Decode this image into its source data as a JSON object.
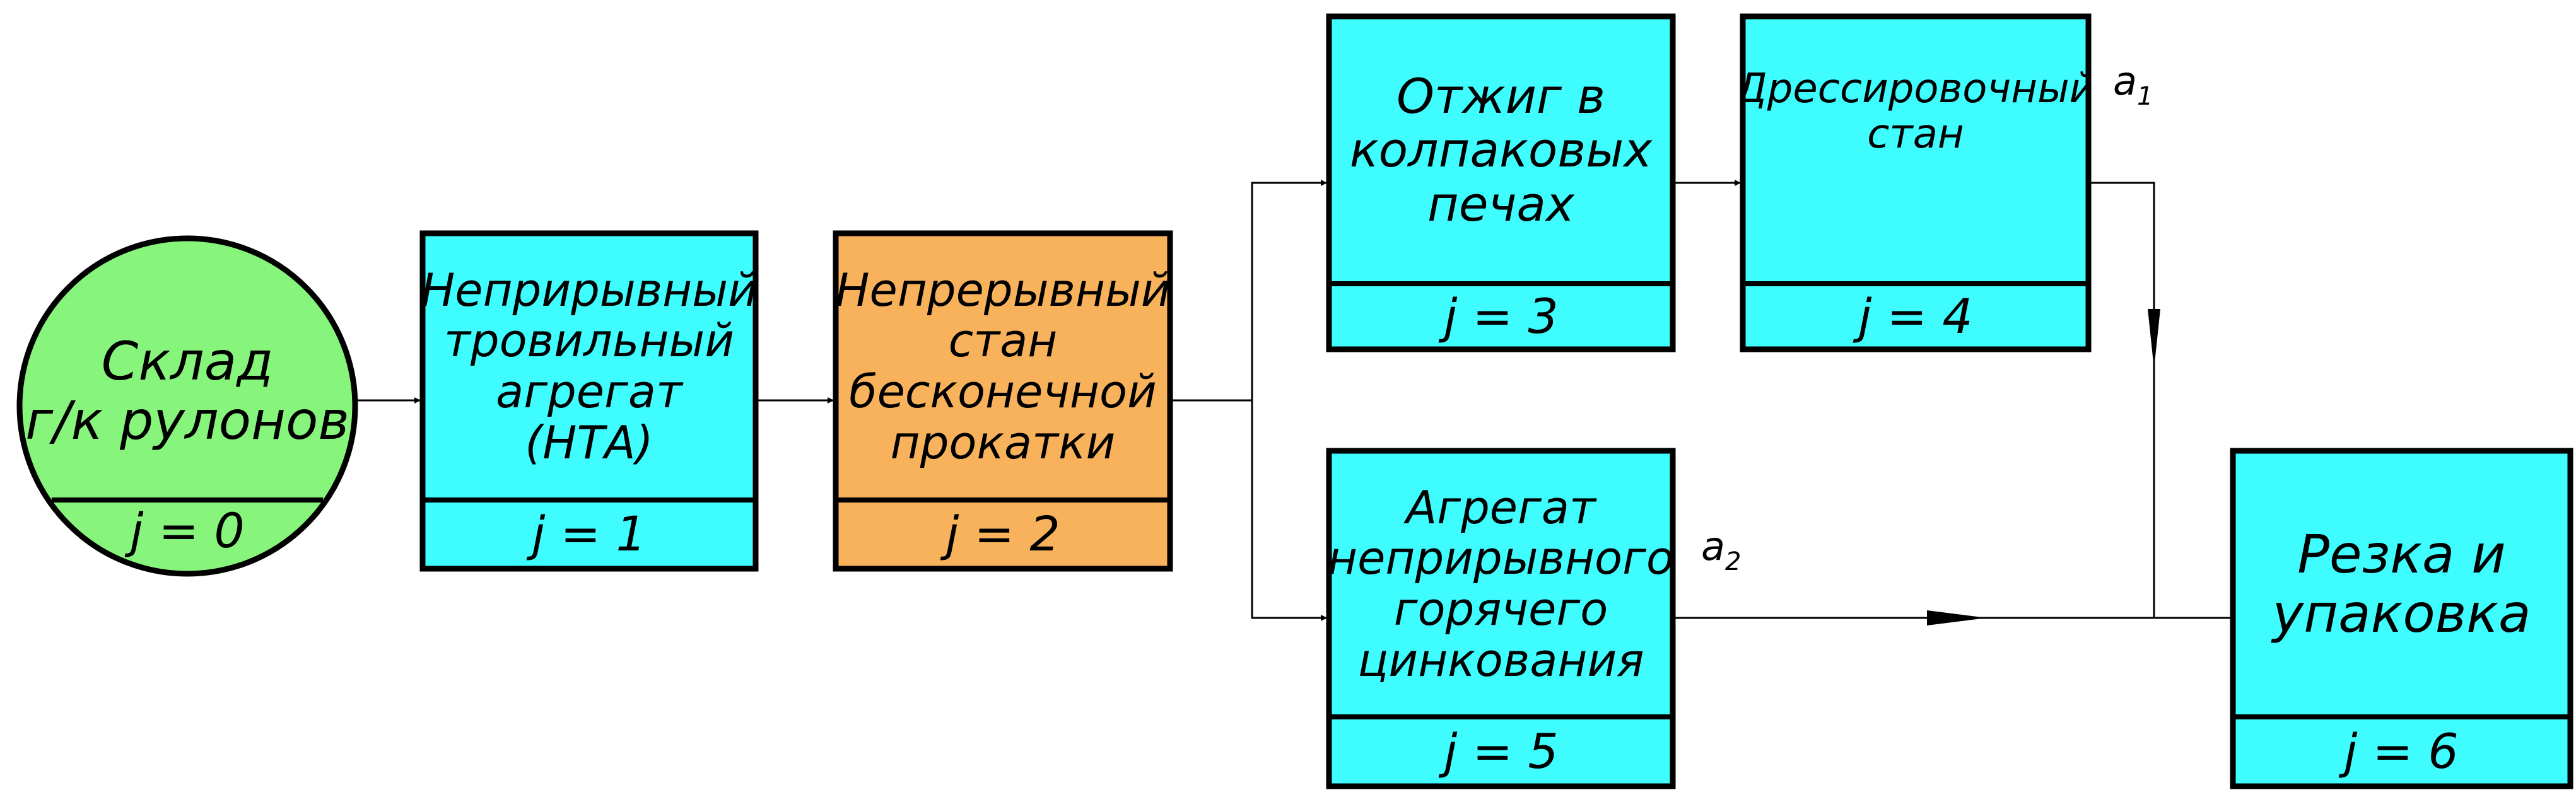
{
  "colors": {
    "cyan": "#3ffcff",
    "orange": "#f9b25c",
    "green": "#87f57b",
    "stroke": "#000000"
  },
  "nodes": [
    {
      "id": "n0",
      "shape": "circle",
      "fill": "green",
      "lines": [
        "Склад",
        "г/к рулонов"
      ],
      "j": "j = 0"
    },
    {
      "id": "n1",
      "shape": "box",
      "fill": "cyan",
      "lines": [
        "Неприрывный",
        "тровильный",
        "агрегат",
        "(НТА)"
      ],
      "j": "j = 1"
    },
    {
      "id": "n2",
      "shape": "box",
      "fill": "orange",
      "lines": [
        "Непрерывный",
        "стан",
        "бесконечной",
        "прокатки"
      ],
      "j": "j = 2"
    },
    {
      "id": "n3",
      "shape": "box",
      "fill": "cyan",
      "lines": [
        "Отжиг в",
        "колпаковых",
        "печах"
      ],
      "j": "j = 3"
    },
    {
      "id": "n4",
      "shape": "box",
      "fill": "cyan",
      "lines": [
        "Дрессировочный",
        "стан"
      ],
      "j": "j = 4"
    },
    {
      "id": "n5",
      "shape": "box",
      "fill": "cyan",
      "lines": [
        "Агрегат",
        "неприрывного",
        "горячего",
        "цинкования"
      ],
      "j": "j = 5"
    },
    {
      "id": "n6",
      "shape": "box",
      "fill": "cyan",
      "lines": [
        "Резка и",
        "упаковка"
      ],
      "j": "j = 6"
    }
  ],
  "flow_labels": [
    {
      "id": "a1",
      "letter": "a",
      "sub": "1"
    },
    {
      "id": "a2",
      "letter": "a",
      "sub": "2"
    }
  ],
  "edges": [
    {
      "from": "n0",
      "to": "n1"
    },
    {
      "from": "n1",
      "to": "n2"
    },
    {
      "from": "n2",
      "to": "n3"
    },
    {
      "from": "n2",
      "to": "n5"
    },
    {
      "from": "n3",
      "to": "n4"
    },
    {
      "from": "n4",
      "to": "n6",
      "label": "a1"
    },
    {
      "from": "n5",
      "to": "n6",
      "label": "a2"
    }
  ]
}
